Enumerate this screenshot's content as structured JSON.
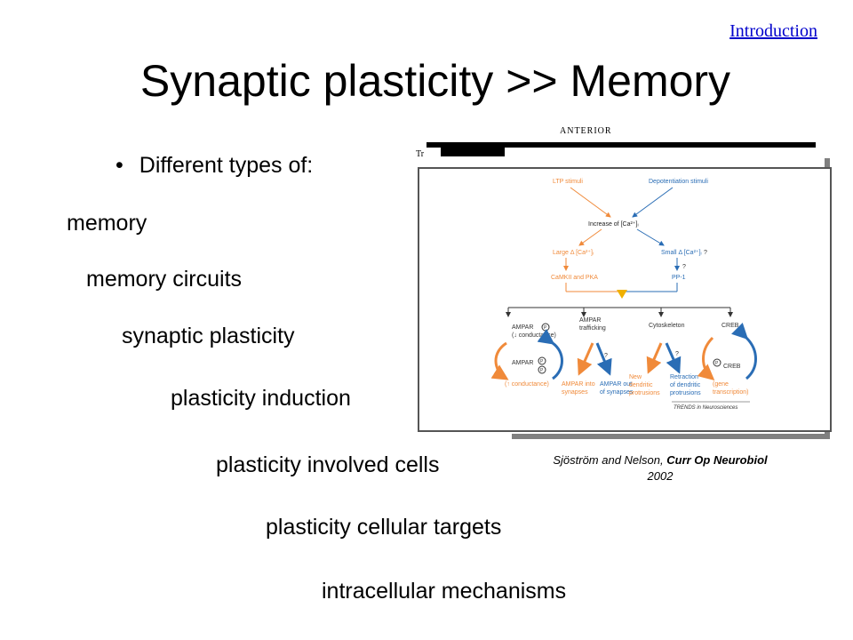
{
  "nav": {
    "link_label": "Introduction"
  },
  "slide": {
    "title": "Synaptic plasticity >> Memory",
    "bullet": {
      "symbol": "•",
      "text": "Different types of:"
    },
    "items": [
      "memory",
      "memory circuits",
      "synaptic plasticity",
      "plasticity induction",
      "plasticity involved cells",
      "plasticity cellular targets",
      "intracellular mechanisms"
    ]
  },
  "figure": {
    "header_label": "ANTERIOR",
    "left_label": "Tr",
    "flow": {
      "ltp_stimuli": "LTP stimuli",
      "depot_stimuli": "Depotentiation stimuli",
      "increase_ca": "Increase of [Ca²⁺]ᵢ",
      "large_ca": "Large Δ [Ca²⁺]ᵢ",
      "small_ca": "Small Δ [Ca²⁺]ᵢ",
      "camkii": "CaMKII and PKA",
      "pp1": "PP-1",
      "question": "?",
      "ampar_cond": "AMPAR",
      "ampar_cond_sub": "(↓ conductance)",
      "ampar_low": "AMPAR",
      "ampar_low_sub": "(↑ conductance)",
      "ampar_traff_1": "AMPAR",
      "ampar_traff_2": "trafficking",
      "ampar_into_1": "AMPAR into",
      "ampar_into_2": "synapses",
      "ampar_out_1": "AMPAR out",
      "ampar_out_2": "of synapses",
      "cyto": "Cytoskeleton",
      "new_1": "New",
      "new_2": "dendritic",
      "new_3": "protrusions",
      "retr_1": "Retraction",
      "retr_2": "of dendritic",
      "retr_3": "protrusions",
      "creb": "CREB",
      "creb_p": "CREB",
      "gene_1": "(gene",
      "gene_2": "transcription)",
      "p": "P",
      "source": "TRENDS in Neurosciences"
    }
  },
  "caption": {
    "authors": "Sjöström and Nelson,",
    "journal": "Curr Op Neurobiol",
    "year": "2002"
  },
  "colors": {
    "orange": "#f08a3a",
    "blue": "#2a6db5",
    "link": "#0000cc",
    "shadow": "#808080"
  }
}
